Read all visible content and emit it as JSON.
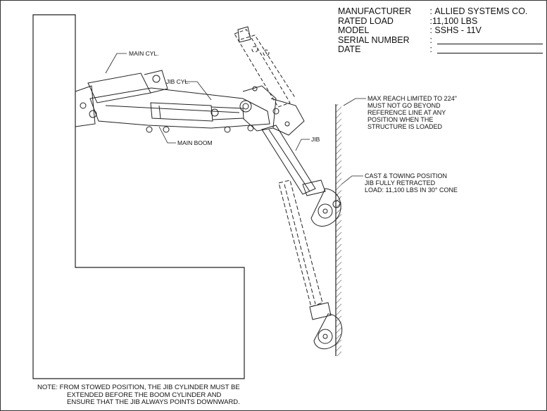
{
  "info_block": {
    "rows": [
      {
        "key": "MANUFACTURER",
        "sep": " : ",
        "value": "ALLIED SYSTEMS CO."
      },
      {
        "key": "RATED LOAD",
        "sep": " :",
        "value": "11,100 LBS"
      },
      {
        "key": "MODEL",
        "sep": " : ",
        "value": "SSHS - 11V"
      },
      {
        "key": "SERIAL NUMBER",
        "sep": " : ",
        "value": ""
      },
      {
        "key": "DATE",
        "sep": " : ",
        "value": ""
      }
    ]
  },
  "labels": {
    "main_cyl": "MAIN CYL.",
    "jib_cyl": "JIB CYL.",
    "main_boom": "MAIN BOOM",
    "jib": "JIB"
  },
  "callouts": {
    "max_reach": [
      "MAX REACH LIMITED TO 224\"",
      "MUST NOT GO BEYOND",
      "REFERENCE LINE AT ANY",
      "POSITION WHEN THE",
      "STRUCTURE IS LOADED"
    ],
    "cast_towing": [
      "CAST & TOWING POSITION",
      "JIB FULLY RETRACTED",
      "LOAD: 11,100 LBS IN 30° CONE"
    ]
  },
  "note": {
    "lines": [
      "NOTE: FROM STOWED POSITION, THE JIB CYLINDER MUST BE",
      "EXTENDED BEFORE THE BOOM CYLINDER AND",
      "ENSURE THAT THE JIB ALWAYS POINTS DOWNWARD."
    ]
  },
  "colors": {
    "line": "#222222",
    "background": "#ffffff"
  }
}
